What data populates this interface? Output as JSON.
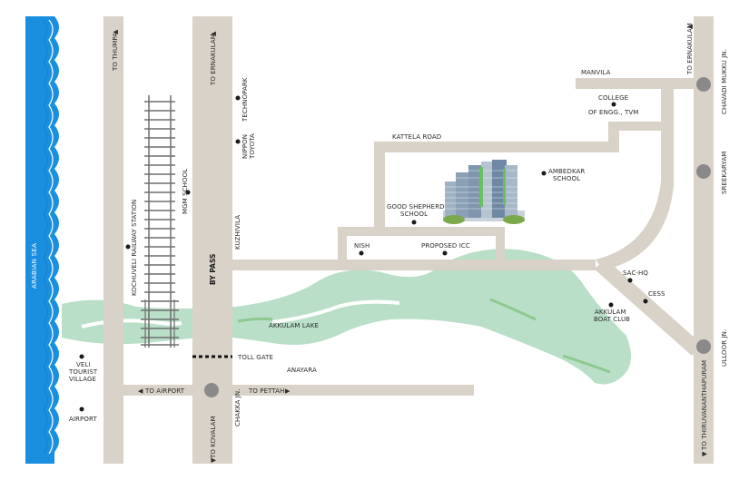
{
  "colors": {
    "road": "#d8d2c8",
    "sea": "#1a8fe0",
    "lake": "#b9dfc8",
    "lake_dark": "#8fc98f",
    "railway": "#6e6e6e",
    "junction": "#8a8a8a",
    "background": "#ffffff"
  },
  "labels": {
    "arabian_sea": "ARABIAN SEA",
    "to_thumpa": "TO THUMPA",
    "to_ernakulam_1": "TO ERNAKULAM",
    "to_ernakulam_2": "TO ERNAKULAM",
    "technopark": "TECHNOPARK",
    "nippon_toyota_1": "NIPPON",
    "nippon_toyota_2": "TOYOTA",
    "mgm_school": "MGM SCHOOL",
    "kochuveli_station": "KOCHUVELI RAILWAY STATION",
    "by_pass": "BY PASS",
    "kuzhivila": "KUZHIVILA",
    "manvila": "MANVILA",
    "college_1": "COLLEGE",
    "college_2": "OF ENGG., TVM",
    "kattela_road": "KATTELA ROAD",
    "ambedkar_1": "AMBEDKAR",
    "ambedkar_2": "SCHOOL",
    "good_shepherd_1": "GOOD SHEPHERD",
    "good_shepherd_2": "SCHOOL",
    "nish": "NISH",
    "proposed_icc": "PROPOSED ICC",
    "sac_hq": "SAC-HQ",
    "cess": "CESS",
    "akkulam_bc_1": "AKKULAM",
    "akkulam_bc_2": "BOAT CLUB",
    "akkulam_lake": "AKKULAM LAKE",
    "toll_gate": "TOLL GATE",
    "anayara": "ANAYARA",
    "to_airport": "TO AIRPORT",
    "to_pettah": "TO PETTAH",
    "to_kovalam": "TO KOVALAM",
    "chakka_jn": "CHAKKA JN.",
    "veli_1": "VELI",
    "veli_2": "TOURIST",
    "veli_3": "VILLAGE",
    "airport": "AIRPORT",
    "chavadi_mukku": "CHAVADI MUKKU JN.",
    "sreekaryam": "SREEKARYAM",
    "ulloor": "ULLOOR JN.",
    "to_thiruvananthapuram": "TO THIRUVANANTHAPURAM"
  },
  "icons": {
    "arrow_up": "▲",
    "arrow_down": "▼",
    "arrow_left": "◀",
    "arrow_right": "▶"
  }
}
